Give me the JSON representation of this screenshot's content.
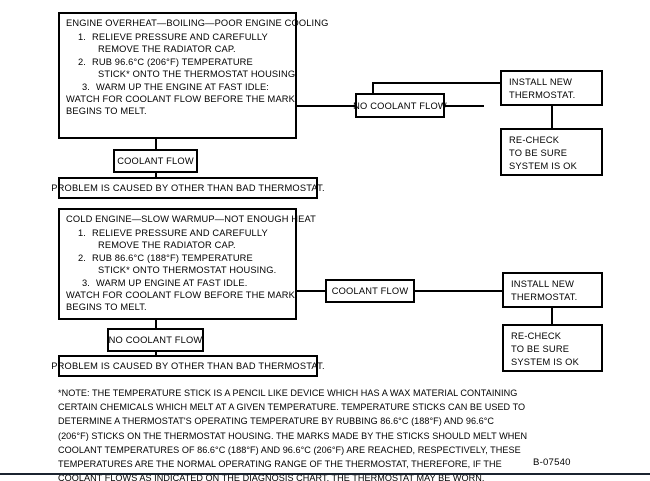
{
  "figure": {
    "code": "B-07540"
  },
  "section1": {
    "main_box": {
      "title": "ENGINE OVERHEAT—BOILING—POOR ENGINE COOLING",
      "steps": [
        {
          "num": "1.",
          "line1": "RELIEVE PRESSURE AND CAREFULLY",
          "line2": "REMOVE THE RADIATOR CAP."
        },
        {
          "num": "2.",
          "line1": "RUB 96.6°C (206°F) TEMPERATURE",
          "line2": "STICK* ONTO THE THERMOSTAT HOUSING."
        },
        {
          "num": "3.",
          "line1": "WARM UP THE ENGINE AT FAST IDLE:",
          "line2": ""
        }
      ],
      "tail": [
        "WATCH FOR COOLANT FLOW BEFORE THE MARK",
        "BEGINS TO MELT."
      ]
    },
    "no_coolant_flow": "NO COOLANT FLOW",
    "coolant_flow": "COOLANT FLOW",
    "install_new": [
      "INSTALL NEW",
      "THERMOSTAT."
    ],
    "recheck": [
      "RE-CHECK",
      "TO BE SURE",
      "SYSTEM IS OK"
    ],
    "conclusion": "PROBLEM IS CAUSED BY OTHER THAN BAD THERMOSTAT."
  },
  "section2": {
    "main_box": {
      "title": "COLD ENGINE—SLOW WARMUP—NOT ENOUGH HEAT",
      "steps": [
        {
          "num": "1.",
          "line1": "RELIEVE PRESSURE AND CAREFULLY",
          "line2": "REMOVE THE RADIATOR CAP."
        },
        {
          "num": "2.",
          "line1": "RUB 86.6°C (188°F) TEMPERATURE",
          "line2": "STICK* ONTO THERMOSTAT HOUSING."
        },
        {
          "num": "3.",
          "line1": "WARM UP ENGINE AT FAST IDLE.",
          "line2": ""
        }
      ],
      "tail": [
        "WATCH FOR COOLANT FLOW BEFORE THE MARK",
        "BEGINS TO MELT."
      ]
    },
    "coolant_flow": "COOLANT FLOW",
    "no_coolant_flow": "NO COOLANT FLOW",
    "install_new": [
      "INSTALL NEW",
      "THERMOSTAT."
    ],
    "recheck": [
      "RE-CHECK",
      "TO BE SURE",
      "SYSTEM IS OK"
    ],
    "conclusion": "PROBLEM IS CAUSED BY OTHER THAN BAD THERMOSTAT."
  },
  "footnote": {
    "lines": [
      "*NOTE: THE TEMPERATURE STICK IS A PENCIL LIKE DEVICE WHICH HAS A WAX MATERIAL CONTAINING",
      "CERTAIN CHEMICALS WHICH MELT AT A GIVEN TEMPERATURE. TEMPERATURE STICKS CAN BE USED TO",
      "DETERMINE A THERMOSTAT'S OPERATING TEMPERATURE BY RUBBING 86.6°C (188°F) AND 96.6°C",
      "(206°F) STICKS ON THE THERMOSTAT HOUSING. THE MARKS MADE BY THE STICKS SHOULD MELT WHEN",
      "COOLANT TEMPERATURES OF 86.6°C (188°F) AND 96.6°C (206°F) ARE REACHED, RESPECTIVELY, THESE",
      "TEMPERATURES ARE THE NORMAL OPERATING RANGE OF THE THERMOSTAT, THEREFORE, IF THE",
      "COOLANT FLOWS AS INDICATED ON THE DIAGNOSIS CHART, THE THERMOSTAT MAY BE WORN."
    ]
  }
}
